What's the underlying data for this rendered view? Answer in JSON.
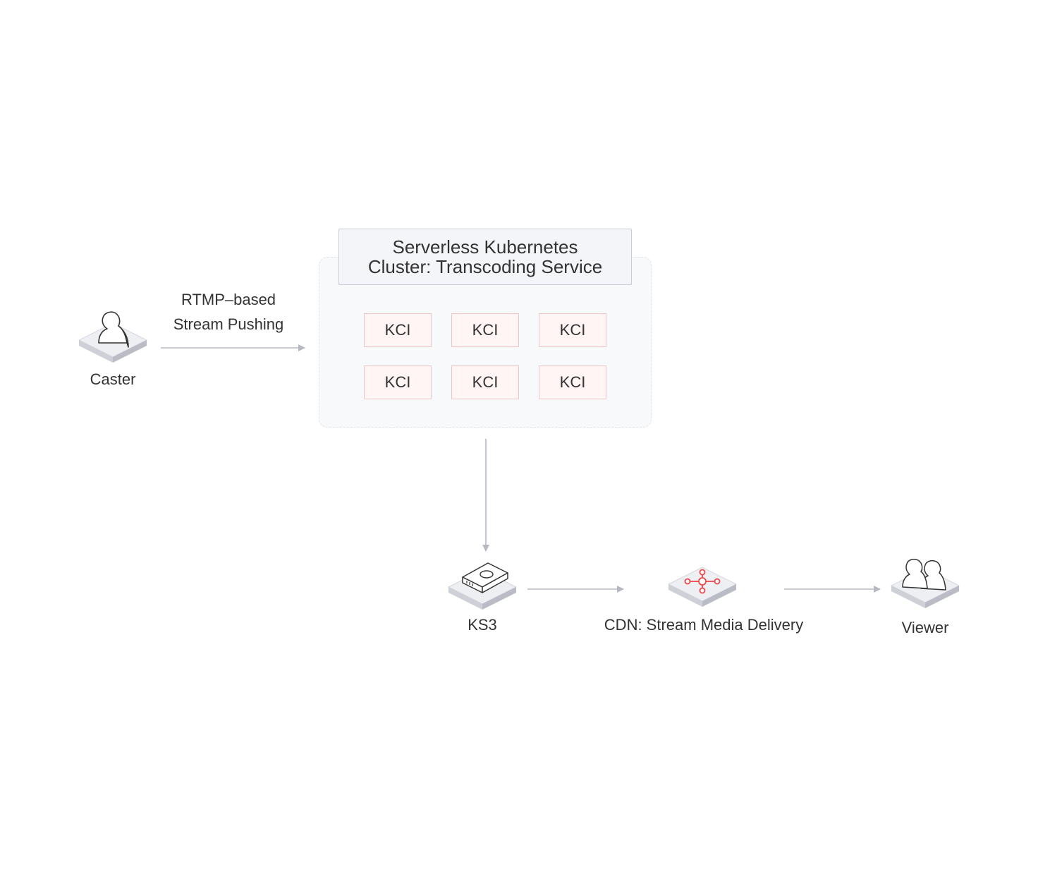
{
  "nodes": {
    "caster": {
      "label": "Caster",
      "icon": "user-icon"
    },
    "ks3": {
      "label": "KS3",
      "icon": "storage-server-icon"
    },
    "cdn": {
      "label": "CDN: Stream Media Delivery",
      "icon": "network-hub-icon"
    },
    "viewer": {
      "label": "Viewer",
      "icon": "users-group-icon"
    }
  },
  "edges": {
    "caster_to_cluster": {
      "label_line1": "RTMP–based",
      "label_line2": "Stream Pushing"
    }
  },
  "cluster": {
    "title_line1": "Serverless Kubernetes",
    "title_line2": "Cluster: Transcoding Service",
    "instances": [
      "KCI",
      "KCI",
      "KCI",
      "KCI",
      "KCI",
      "KCI"
    ]
  },
  "colors": {
    "accent_red": "#f0454a",
    "arrow_gray": "#b6b9c3",
    "kci_border": "#efc6c6",
    "kci_fill": "#fff5f5"
  }
}
